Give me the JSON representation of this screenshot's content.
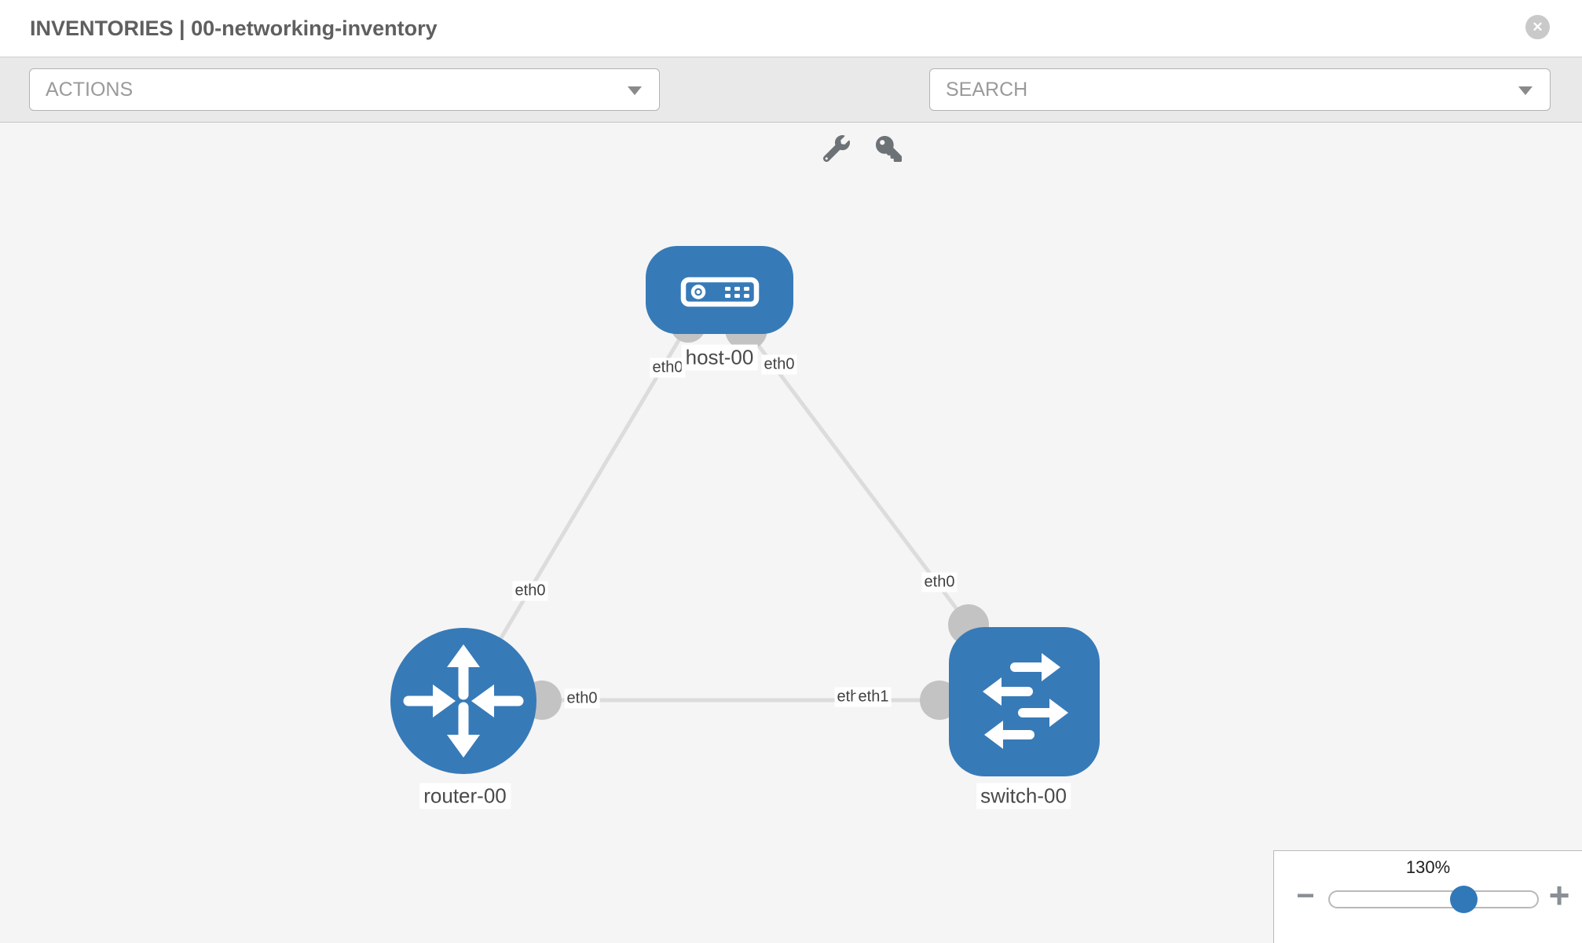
{
  "header": {
    "title": "INVENTORIES | 00-networking-inventory",
    "close_label": "✕"
  },
  "toolbar": {
    "actions_label": "ACTIONS",
    "search_label": "SEARCH",
    "icons": [
      "wrench",
      "key"
    ]
  },
  "topology": {
    "nodes": [
      {
        "id": "host-00",
        "label": "host-00",
        "type": "host",
        "shape": "rounded-rect"
      },
      {
        "id": "router-00",
        "label": "router-00",
        "type": "router",
        "shape": "circle"
      },
      {
        "id": "switch-00",
        "label": "switch-00",
        "type": "switch",
        "shape": "rounded-square"
      }
    ],
    "links": [
      {
        "from": "router-00",
        "to": "host-00",
        "from_label": "eth0",
        "to_label": "eth0"
      },
      {
        "from": "switch-00",
        "to": "host-00",
        "from_label": "eth0",
        "to_label": "eth0"
      },
      {
        "from": "router-00",
        "to": "switch-00",
        "from_label": "eth0",
        "to_label": "eth1",
        "to_label_under": "eth0"
      }
    ]
  },
  "zoom_control": {
    "value": "130%",
    "minus_label": "−",
    "plus_label": "+"
  },
  "colors": {
    "node_blue": "#377ab8",
    "port_gray": "#c3c3c3",
    "link_gray": "#dcdcdc",
    "canvas_bg": "#f5f5f5",
    "toolbar_bg": "#e9e9e9"
  }
}
